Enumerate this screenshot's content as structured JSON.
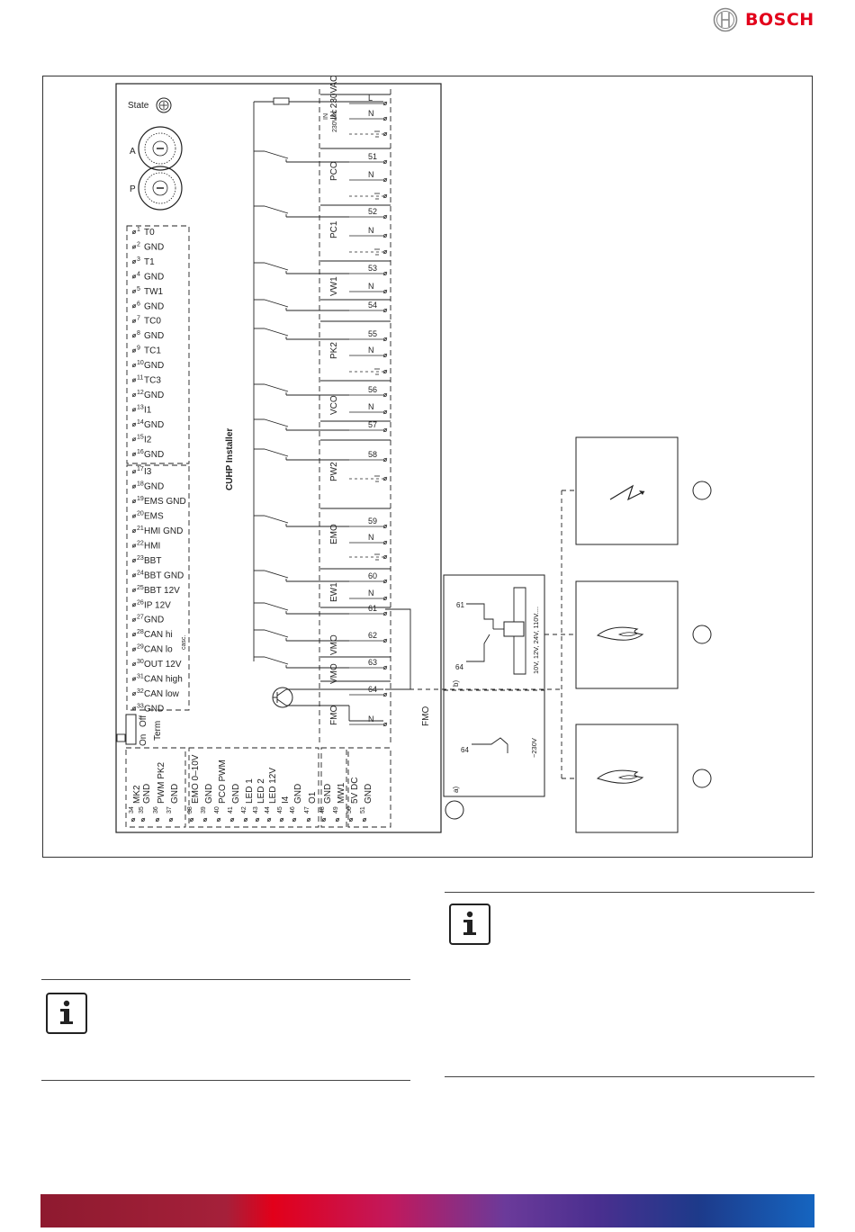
{
  "brand": {
    "name": "BOSCH",
    "color": "#e2001a"
  },
  "diagram": {
    "controller_title": "CUHP Installer",
    "state_label": "State",
    "dial_a_label": "A",
    "dial_p_label": "P",
    "left_terminals": [
      {
        "n": "1",
        "label": "T0"
      },
      {
        "n": "2",
        "label": "GND"
      },
      {
        "n": "3",
        "label": "T1"
      },
      {
        "n": "4",
        "label": "GND"
      },
      {
        "n": "5",
        "label": "TW1"
      },
      {
        "n": "6",
        "label": "GND"
      },
      {
        "n": "7",
        "label": "TC0"
      },
      {
        "n": "8",
        "label": "GND"
      },
      {
        "n": "9",
        "label": "TC1"
      },
      {
        "n": "10",
        "label": "GND"
      },
      {
        "n": "11",
        "label": "TC3"
      },
      {
        "n": "12",
        "label": "GND"
      },
      {
        "n": "13",
        "label": "I1"
      },
      {
        "n": "14",
        "label": "GND"
      },
      {
        "n": "15",
        "label": "I2"
      },
      {
        "n": "16",
        "label": "GND"
      },
      {
        "n": "17",
        "label": "I3"
      },
      {
        "n": "18",
        "label": "GND"
      },
      {
        "n": "19",
        "label": "EMS GND"
      },
      {
        "n": "20",
        "label": "EMS"
      },
      {
        "n": "21",
        "label": "HMI GND"
      },
      {
        "n": "22",
        "label": "HMI"
      },
      {
        "n": "23",
        "label": "BBT"
      },
      {
        "n": "24",
        "label": "BBT GND"
      },
      {
        "n": "25",
        "label": "BBT 12V"
      },
      {
        "n": "26",
        "label": "IP 12V"
      },
      {
        "n": "27",
        "label": "GND"
      },
      {
        "n": "28",
        "label": "CAN hi"
      },
      {
        "n": "29",
        "label": "CAN lo"
      },
      {
        "n": "30",
        "label": "OUT 12V"
      },
      {
        "n": "31",
        "label": "CAN high"
      },
      {
        "n": "32",
        "label": "CAN low"
      },
      {
        "n": "33",
        "label": "GND"
      }
    ],
    "casc_label": "casc.",
    "term_switch": {
      "on": "On",
      "off": "Off",
      "term": "Term"
    },
    "bottom_terminals": [
      {
        "n": "34",
        "label": "MK2"
      },
      {
        "n": "35",
        "label": "GND"
      },
      {
        "n": "36",
        "label": "PWM PK2"
      },
      {
        "n": "37",
        "label": "GND"
      },
      {
        "n": "38",
        "label": "EMO 0–10V"
      },
      {
        "n": "39",
        "label": "GND"
      },
      {
        "n": "40",
        "label": "PCO PWM"
      },
      {
        "n": "41",
        "label": "GND"
      },
      {
        "n": "42",
        "label": "LED 1"
      },
      {
        "n": "43",
        "label": "LED 2"
      },
      {
        "n": "44",
        "label": "LED 12V"
      },
      {
        "n": "45",
        "label": "I4"
      },
      {
        "n": "46",
        "label": "GND"
      },
      {
        "n": "47",
        "label": "O1"
      },
      {
        "n": "48",
        "label": "GND"
      },
      {
        "n": "49",
        "label": "MW1"
      },
      {
        "n": "50",
        "label": "5V DC"
      },
      {
        "n": "51",
        "label": "GND"
      }
    ],
    "right_groups": [
      {
        "name": "IN 230VAC",
        "terminals": [
          "L",
          "N",
          ""
        ]
      },
      {
        "name": "PCO",
        "terminals": [
          "51",
          "N",
          ""
        ]
      },
      {
        "name": "PC1",
        "terminals": [
          "52",
          "N",
          ""
        ]
      },
      {
        "name": "VW1",
        "terminals": [
          "53",
          "N"
        ]
      },
      {
        "name": "",
        "terminals": [
          "54"
        ]
      },
      {
        "name": "PK2",
        "terminals": [
          "55",
          "N",
          ""
        ]
      },
      {
        "name": "VCO",
        "terminals": [
          "56",
          "N"
        ]
      },
      {
        "name": "",
        "terminals": [
          "57"
        ]
      },
      {
        "name": "PW2",
        "terminals": [
          "58",
          ""
        ]
      },
      {
        "name": "EMO",
        "terminals": [
          "59",
          "N",
          ""
        ]
      },
      {
        "name": "EW1",
        "terminals": [
          "60",
          "N"
        ]
      },
      {
        "name": "VMO",
        "terminals": [
          "61",
          "62"
        ]
      },
      {
        "name": "VMO",
        "terminals": [
          "63"
        ]
      },
      {
        "name": "FMO",
        "terminals": [
          "64",
          "N"
        ]
      }
    ],
    "in_label": "IN",
    "vac_label": "230VAC",
    "fmo_label": "FMO",
    "option_b_label": "b)",
    "option_a_label": "a)",
    "relay_terminals": {
      "t61": "61",
      "t64": "64"
    },
    "relay_voltage": "10V, 12V, 24V, 110V....",
    "volt_230_label": "~230V"
  },
  "colors": {
    "footer_start": "#8e1a2f",
    "footer_mid": "#e2001a",
    "footer_end": "#1565c0"
  },
  "icons": [
    "bosch-logo-icon",
    "info-icon",
    "info-icon",
    "lightning-icon",
    "flame-icon",
    "flame-icon"
  ]
}
